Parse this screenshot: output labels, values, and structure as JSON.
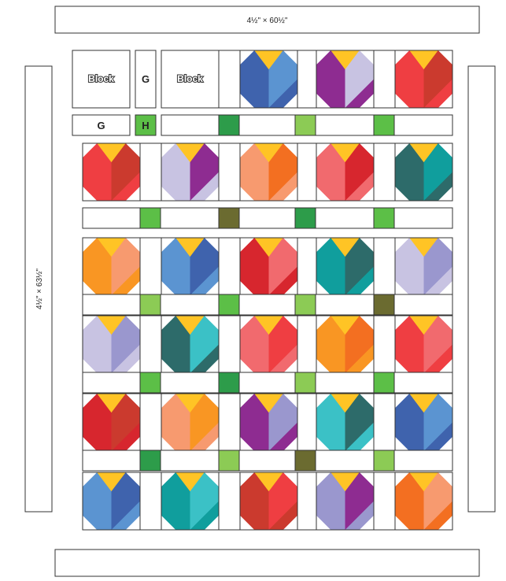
{
  "borders": {
    "top_label": "4½\" × 60½\"",
    "side_label": "4½\" × 63½\""
  },
  "labels": {
    "block": "Block",
    "g": "G",
    "h": "H"
  },
  "colors": {
    "gold": "#FFC425",
    "green_medium": "#5CBF47",
    "green_light": "#8CCB55",
    "green_dark": "#2D9C4A",
    "olive": "#6B6B30",
    "h_square": "#5CBF47"
  },
  "blocks": {
    "row1": [
      {
        "left": "#3BC1C6",
        "right": "#169A92"
      },
      {
        "left": "#F36F21",
        "right": "#F99623"
      },
      {
        "left": "#3F63AD",
        "right": "#5B94D1"
      },
      {
        "left": "#8E2C91",
        "right": "#C8C3E2"
      },
      {
        "left": "#EF3E42",
        "right": "#CB3A2E"
      }
    ],
    "row2": [
      {
        "left": "#EF3E42",
        "right": "#CB3A2E"
      },
      {
        "left": "#C8C3E2",
        "right": "#8E2C91"
      },
      {
        "left": "#F79A6F",
        "right": "#F36F21"
      },
      {
        "left": "#F16A6E",
        "right": "#D7262E"
      },
      {
        "left": "#2D6B6A",
        "right": "#109E9D"
      }
    ],
    "row3": [
      {
        "left": "#F99623",
        "right": "#F79A6F"
      },
      {
        "left": "#5B94D1",
        "right": "#3F63AD"
      },
      {
        "left": "#D7262E",
        "right": "#F16A6E"
      },
      {
        "left": "#109E9D",
        "right": "#2D6B6A"
      },
      {
        "left": "#C8C3E2",
        "right": "#9A97CE"
      }
    ],
    "row4": [
      {
        "left": "#C8C3E2",
        "right": "#9A97CE"
      },
      {
        "left": "#2D6B6A",
        "right": "#3BC1C6"
      },
      {
        "left": "#F16A6E",
        "right": "#EF3E42"
      },
      {
        "left": "#F99623",
        "right": "#F36F21"
      },
      {
        "left": "#EF3E42",
        "right": "#F16A6E"
      }
    ],
    "row5": [
      {
        "left": "#D7262E",
        "right": "#CB3A2E"
      },
      {
        "left": "#F79A6F",
        "right": "#F99623"
      },
      {
        "left": "#8E2C91",
        "right": "#9A97CE"
      },
      {
        "left": "#3BC1C6",
        "right": "#2D6B6A"
      },
      {
        "left": "#3F63AD",
        "right": "#5B94D1"
      }
    ],
    "row6": [
      {
        "left": "#5B94D1",
        "right": "#3F63AD"
      },
      {
        "left": "#109E9D",
        "right": "#3BC1C6"
      },
      {
        "left": "#CB3A2E",
        "right": "#EF3E42"
      },
      {
        "left": "#9A97CE",
        "right": "#8E2C91"
      },
      {
        "left": "#F36F21",
        "right": "#F79A6F"
      }
    ]
  },
  "cornerstones": {
    "row1": [
      "dark",
      "light",
      "medium"
    ],
    "row2": [
      "medium",
      "olive",
      "dark",
      "medium"
    ],
    "row3": [
      "light",
      "medium",
      "light",
      "olive"
    ],
    "row4": [
      "medium",
      "dark",
      "light",
      "medium"
    ],
    "row5": [
      "dark",
      "light",
      "olive",
      "light"
    ]
  }
}
